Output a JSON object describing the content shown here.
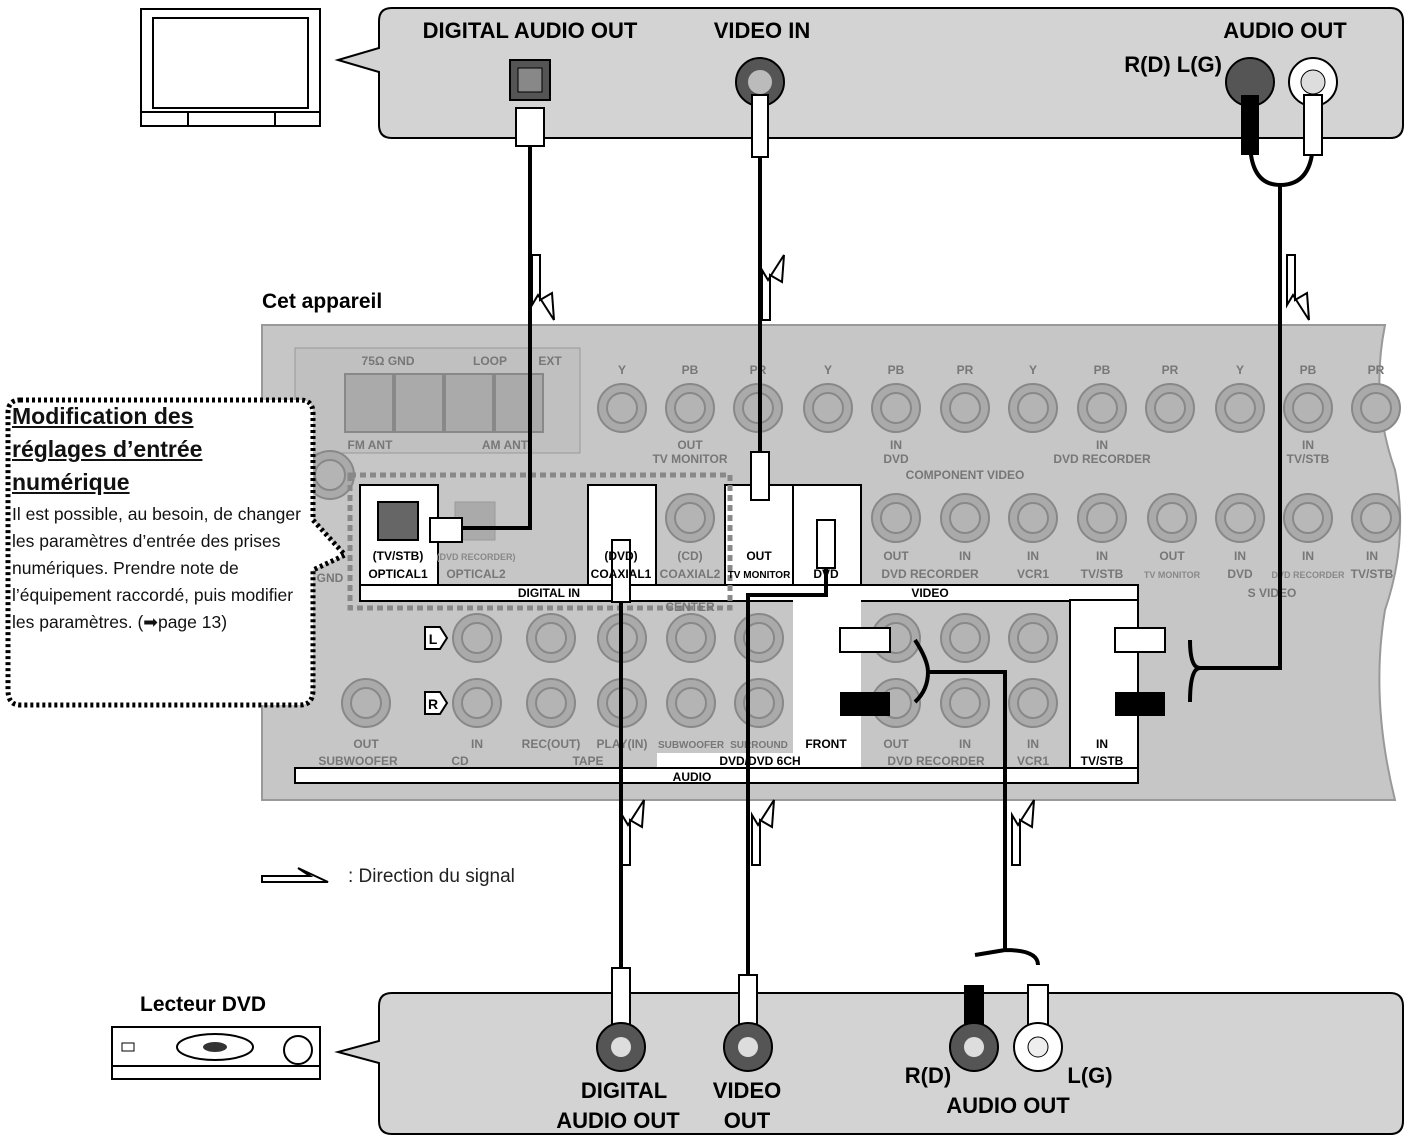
{
  "tv_panel": {
    "digital_audio_out": "DIGITAL AUDIO OUT",
    "video_in": "VIDEO IN",
    "audio_out": "AUDIO OUT",
    "r_l": "R(D) L(G)"
  },
  "device_label": "Cet appareil",
  "note": {
    "title_lines": [
      "Modification des",
      "réglages d’entrée",
      "numérique"
    ],
    "body": "Il est possible, au besoin, de changer les paramètres d’entrée des prises numériques. Prendre note de l’équipement raccordé, puis modifier les paramètres. (➡page 13)"
  },
  "receiver": {
    "antenna": {
      "ohm_gnd": "75Ω GND",
      "loop": "LOOP",
      "ext": "EXT",
      "fm_ant": "FM ANT",
      "am_ant": "AM ANT",
      "gnd": "GND"
    },
    "component": {
      "y": "Y",
      "pb": "PB",
      "pr": "PR",
      "out": "OUT",
      "in": "IN",
      "tv_monitor": "TV MONITOR",
      "dvd": "DVD",
      "dvd_recorder": "DVD RECORDER",
      "tv_stb": "TV/STB",
      "title": "COMPONENT VIDEO"
    },
    "digital": {
      "tv_stb": "(TV/STB)",
      "dvd_recorder": "(DVD RECORDER)",
      "optical1": "OPTICAL1",
      "optical2": "OPTICAL2",
      "dvd": "(DVD)",
      "cd": "(CD)",
      "coaxial1": "COAXIAL1",
      "coaxial2": "COAXIAL2",
      "title": "DIGITAL IN"
    },
    "video": {
      "out": "OUT",
      "tv_monitor": "TV MONITOR",
      "dvd": "DVD",
      "dvd_rec_out": "OUT",
      "dvd_rec_in": "IN",
      "dvd_recorder": "DVD RECORDER",
      "vcr1_in": "IN",
      "vcr1": "VCR1",
      "tvstb_in": "IN",
      "tv_stb": "TV/STB",
      "title": "VIDEO"
    },
    "svideo": {
      "out": "OUT",
      "tv_monitor": "TV MONITOR",
      "in": "IN",
      "dvd": "DVD",
      "dvd_recorder": "DVD RECORDER",
      "tv_stb": "TV/STB",
      "title": "S VIDEO"
    },
    "center": "CENTER",
    "audio": {
      "l": "L",
      "r": "R",
      "sub_out": "OUT",
      "subwoofer": "SUBWOOFER",
      "cd_in": "IN",
      "cd": "CD",
      "rec_out": "REC(OUT)",
      "play_in": "PLAY(IN)",
      "tape": "TAPE",
      "subwoofer2": "SUBWOOFER",
      "surround": "SURROUND",
      "front": "FRONT",
      "dvd_6ch": "DVD/DVD 6CH",
      "dvdrec_out": "OUT",
      "dvdrec_in": "IN",
      "dvd_recorder": "DVD RECORDER",
      "vcr1_in": "IN",
      "vcr1": "VCR1",
      "tvstb_in": "IN",
      "tv_stb": "TV/STB",
      "title": "AUDIO"
    }
  },
  "legend": ": Direction du signal",
  "dvd_player_label": "Lecteur DVD",
  "dvd_panel": {
    "digital": "DIGITAL",
    "audio_out_1": "AUDIO OUT",
    "video": "VIDEO",
    "out": "OUT",
    "r": "R(D)",
    "l": "L(G)",
    "audio_out_2": "AUDIO OUT"
  },
  "colors": {
    "panel": "#d3d3d3",
    "receiver": "#c6c6c6",
    "cable": "#000000",
    "highlight": "#ffffff"
  }
}
